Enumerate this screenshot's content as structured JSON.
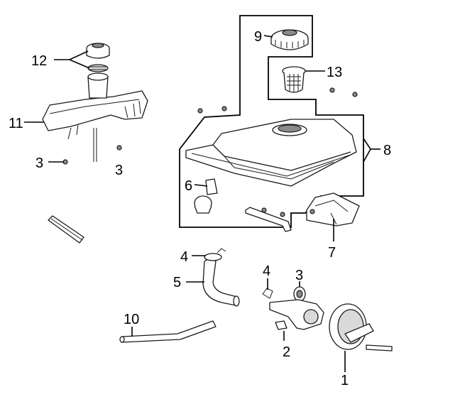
{
  "callouts": {
    "c1": "1",
    "c2": "2",
    "c3a": "3",
    "c3b": "3",
    "c3c": "3",
    "c4a": "4",
    "c4b": "4",
    "c5": "5",
    "c6": "6",
    "c7": "7",
    "c8": "8",
    "c9": "9",
    "c10": "10",
    "c11": "11",
    "c12": "12",
    "c13": "13"
  },
  "parts": {
    "tank_cap": "tank-cap",
    "filter_screen": "fuel-filter-screen",
    "fuel_tank": "fuel-tank",
    "tank_cover": "tank-cover",
    "fuel_valve": "fuel-valve",
    "fuel_hose": "fuel-hose"
  }
}
